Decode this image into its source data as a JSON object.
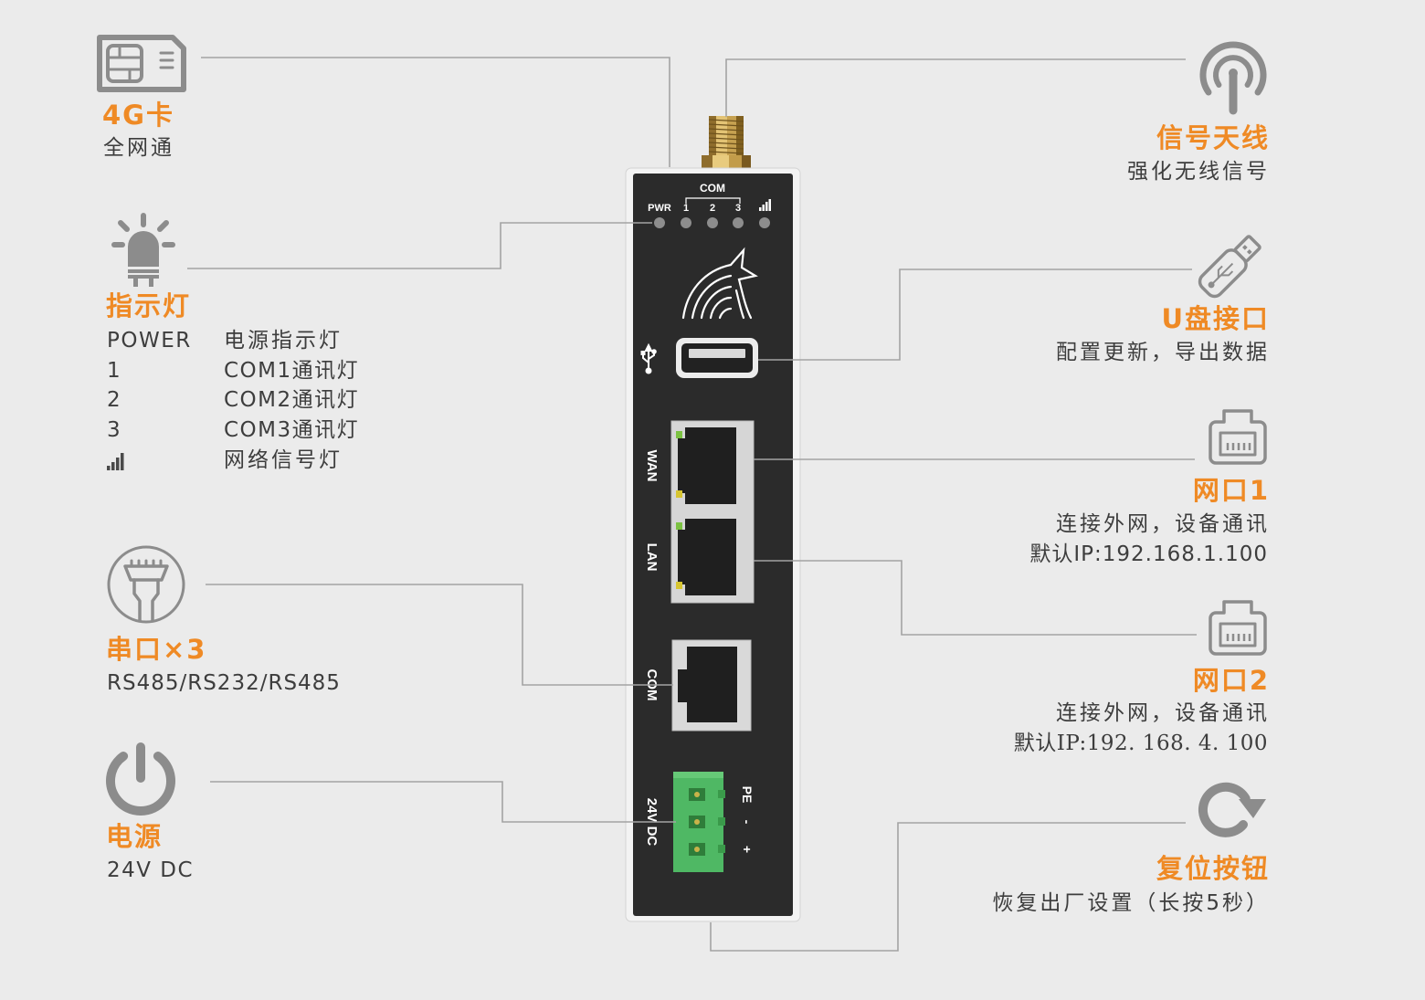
{
  "colors": {
    "background": "#ebebeb",
    "accent": "#ef8a25",
    "text": "#3d3d3d",
    "connector_line": "#a3a3a3",
    "icon": "#8c8c8c",
    "device_body": "#2b2b2b",
    "device_frame": "#f3f3f3",
    "terminal_block": "#4fb864",
    "antenna_connector": "#c8a04a",
    "led_off": "#8d8d8d"
  },
  "callouts": {
    "sim": {
      "icon": "sim-card-icon",
      "title": "4G卡",
      "subtitle": "全网通"
    },
    "indicator": {
      "icon": "light-bulb-icon",
      "title": "指示灯",
      "rows": [
        {
          "key": "POWER",
          "desc": "电源指示灯"
        },
        {
          "key": "1",
          "desc": "COM1通讯灯"
        },
        {
          "key": "2",
          "desc": "COM2通讯灯"
        },
        {
          "key": "3",
          "desc": "COM3通讯灯"
        },
        {
          "key_icon": "signal-bars-icon",
          "desc": "网络信号灯"
        }
      ]
    },
    "serial": {
      "icon": "serial-port-icon",
      "title": "串口×3",
      "subtitle": "RS485/RS232/RS485"
    },
    "power": {
      "icon": "power-icon",
      "title": "电源",
      "subtitle": "24V DC"
    },
    "antenna": {
      "icon": "antenna-icon",
      "title": "信号天线",
      "subtitle": "强化无线信号"
    },
    "usb": {
      "icon": "usb-drive-icon",
      "title": "U盘接口",
      "subtitle": "配置更新，导出数据"
    },
    "lan1": {
      "icon": "ethernet-port-icon",
      "title": "网口1",
      "lines": [
        "连接外网，设备通讯",
        "默认IP:192.168.1.100"
      ]
    },
    "lan2": {
      "icon": "ethernet-port-icon",
      "title": "网口2",
      "lines": [
        "连接外网，设备通讯",
        "默认IP:192. 168. 4. 100"
      ]
    },
    "reset": {
      "icon": "reset-icon",
      "title": "复位按钮",
      "subtitle": "恢复出厂设置（长按5秒）"
    }
  },
  "device": {
    "com_group_label": "COM",
    "led_labels": [
      "PWR",
      "1",
      "2",
      "3"
    ],
    "signal_led_icon": "signal-bars-icon",
    "usb_symbol_icon": "usb-symbol-icon",
    "logo_icon": "fingerprint-logo-icon",
    "wan_label": "WAN",
    "lan_label": "LAN",
    "com_port_label": "COM",
    "power_input_label": "24V DC",
    "terminal_labels": [
      "PE",
      "-",
      "+"
    ]
  }
}
